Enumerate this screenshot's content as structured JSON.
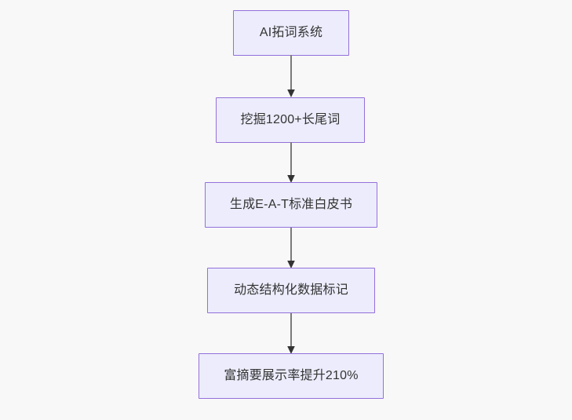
{
  "diagram": {
    "type": "flowchart",
    "direction": "top-to-bottom",
    "background_color": "#f8f8f8",
    "node_fill_color": "#ececfc",
    "node_border_color": "#9370db",
    "node_text_color": "#333333",
    "edge_color": "#7a7a7a",
    "arrowhead_color": "#333333",
    "nodes": [
      {
        "id": "node-1",
        "label": "AI拓词系统"
      },
      {
        "id": "node-2",
        "label": "挖掘1200+长尾词"
      },
      {
        "id": "node-3",
        "label": "生成E-A-T标准白皮书"
      },
      {
        "id": "node-4",
        "label": "动态结构化数据标记"
      },
      {
        "id": "node-5",
        "label": "富摘要展示率提升210%"
      }
    ],
    "edges": [
      {
        "id": "edge-1",
        "from": "node-1",
        "to": "node-2"
      },
      {
        "id": "edge-2",
        "from": "node-2",
        "to": "node-3"
      },
      {
        "id": "edge-3",
        "from": "node-3",
        "to": "node-4"
      },
      {
        "id": "edge-4",
        "from": "node-4",
        "to": "node-5"
      }
    ]
  }
}
